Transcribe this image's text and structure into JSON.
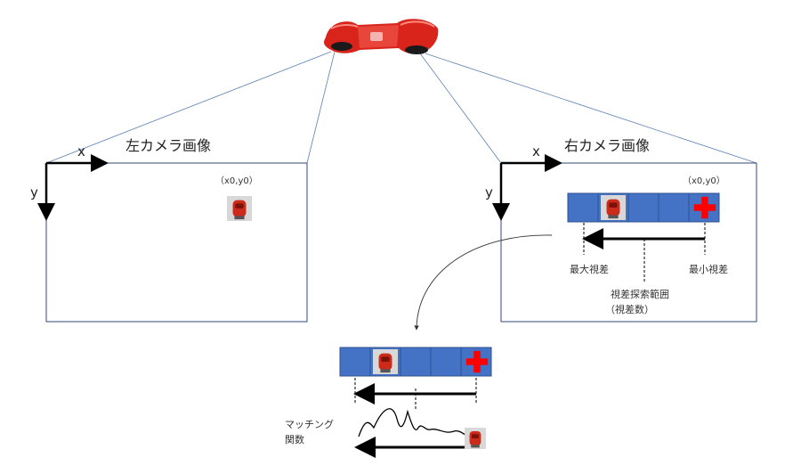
{
  "left_panel": {
    "title": "左カメラ画像",
    "x_axis_label": "x",
    "y_axis_label": "y",
    "coord_label": "（x0,y0）"
  },
  "right_panel": {
    "title": "右カメラ画像",
    "x_axis_label": "x",
    "y_axis_label": "y",
    "coord_label": "（x0,y0）",
    "max_disparity_label": "最大視差",
    "min_disparity_label": "最小視差",
    "search_range_label": "視差探索範囲",
    "search_range_sublabel": "（視差数）"
  },
  "matching": {
    "label_line1": "マッチング",
    "label_line2": "関数"
  },
  "colors": {
    "strip_fill": "#4472c4",
    "strip_stroke": "#2f528f",
    "panel_stroke": "#2f4a7a",
    "camera_red": "#d9241c",
    "cross_red": "#ff0000",
    "sight_line": "#5b7fb0"
  },
  "icons": [
    "stereo-camera-icon",
    "robot-icon",
    "cross-icon"
  ]
}
